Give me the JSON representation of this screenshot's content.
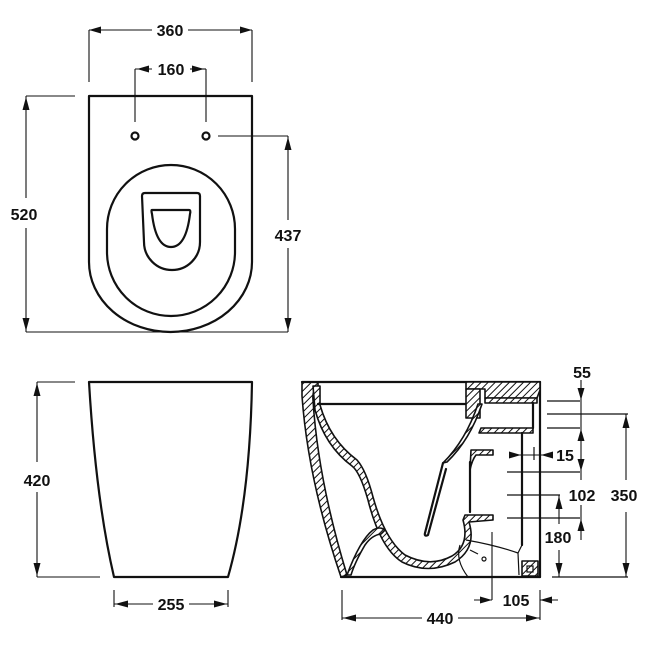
{
  "drawing": {
    "subject": "Back-to-wall toilet pan dimensional drawing",
    "units": "mm",
    "line_color": "#111111",
    "background": "#ffffff"
  },
  "views": {
    "top_view": {
      "name": "Plan view",
      "dimensions": {
        "overall_width": "360",
        "fixing_hole_spacing": "160",
        "overall_depth": "520",
        "hole_to_front": "437"
      }
    },
    "rear_view": {
      "name": "Front elevation",
      "dimensions": {
        "height": "420",
        "base_width": "255"
      }
    },
    "side_section": {
      "name": "Side section",
      "dimensions": {
        "inlet_offset": "55",
        "outlet_wall_gap": "15",
        "outlet_diameter": "102",
        "overall_height_inlet": "350",
        "outlet_centre_height": "180",
        "outlet_to_wall": "105",
        "overall_projection": "440"
      }
    }
  }
}
